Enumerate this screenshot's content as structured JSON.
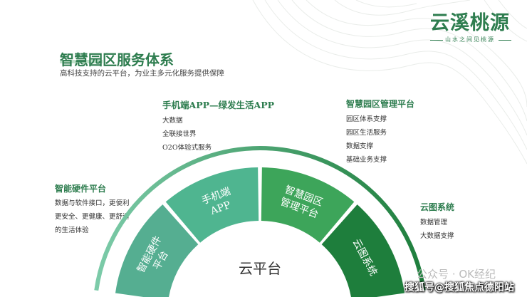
{
  "logo": {
    "title": "云溪桃源",
    "subtitle": "山水之间见桃源"
  },
  "heading": "智慧园区服务体系",
  "subheading": "高科技支持的云平台，为业主多元化服务提供保障",
  "groups": {
    "left": {
      "title": "智能硬件平台",
      "lines": [
        "数据与软件接口，更便利",
        "更安全、更健康、更舒适",
        "的生活体验"
      ]
    },
    "middle": {
      "title": "手机端APP—绿发生活APP",
      "lines": [
        "大数据",
        "全联接世界",
        "O2O体验式服务"
      ]
    },
    "right_top": {
      "title": "智慧园区管理平台",
      "lines": [
        "园区体系支撑",
        "园区生活服务",
        "数据支撑",
        "基础业务支撑"
      ]
    },
    "right": {
      "title": "云图系统",
      "lines": [
        "数据管理",
        "大数据支撑"
      ]
    }
  },
  "segments": [
    {
      "line1": "智能硬件",
      "line2": "平台",
      "color": "#55ae91"
    },
    {
      "line1": "手机端",
      "line2": "APP",
      "color": "#4fb590"
    },
    {
      "line1": "智慧园区",
      "line2": "管理平台",
      "color": "#3da55a"
    },
    {
      "line1": "云图系统",
      "line2": "",
      "color": "#1e7e3c"
    }
  ],
  "center_label": "云平台",
  "colors": {
    "brand": "#2e7d4f",
    "arc_start": "#7ccba9",
    "arc_end": "#1e7e3c"
  },
  "watermark": {
    "line1": "公众号 · OK经纪",
    "line2": "搜狐号@搜狐焦点德阳站"
  }
}
